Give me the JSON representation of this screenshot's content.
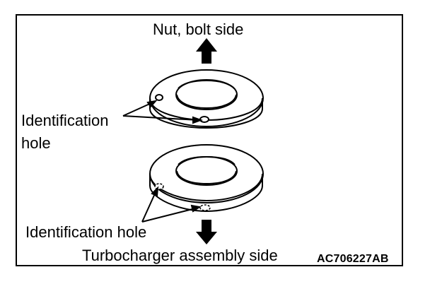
{
  "labels": {
    "top": "Nut, bolt side",
    "identification_hole_upper": "Identification hole",
    "identification_hole_lower": "Identification hole",
    "bottom": "Turbocharger assembly side"
  },
  "figure_code": "AC706227AB",
  "colors": {
    "ink": "#000000",
    "paper": "#ffffff"
  },
  "icons": {
    "up": "arrow-up-icon",
    "down": "arrow-down-icon"
  }
}
